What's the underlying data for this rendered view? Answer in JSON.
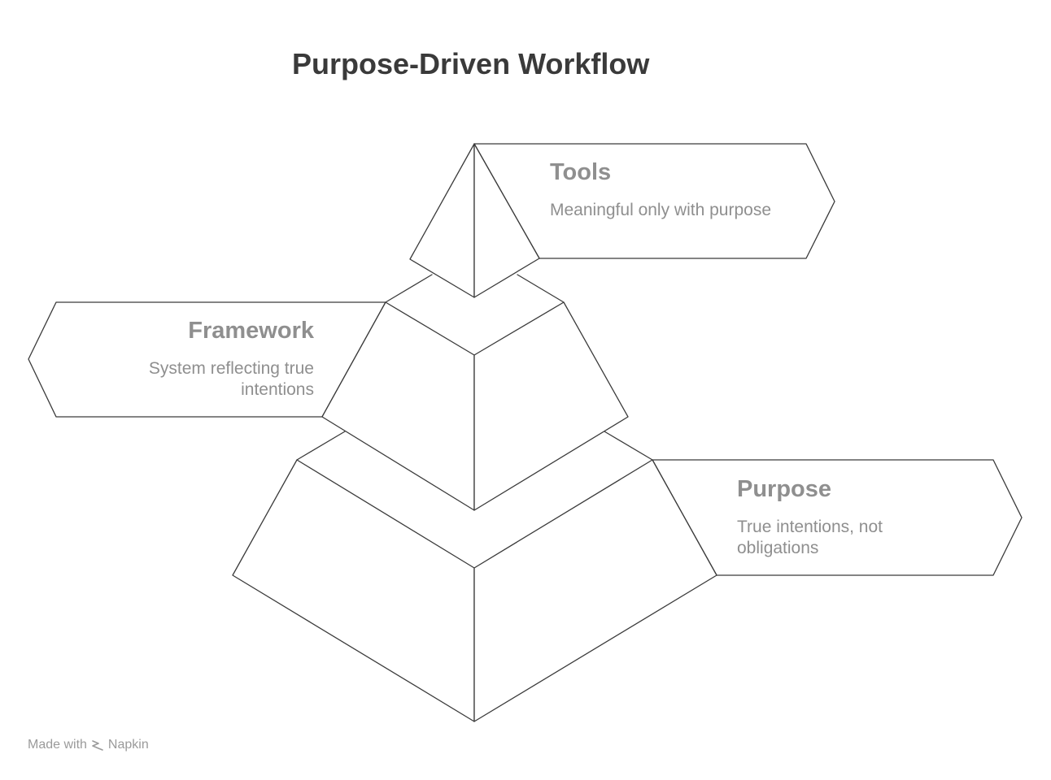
{
  "title": "Purpose-Driven Workflow",
  "layers": [
    {
      "id": "tools",
      "title": "Tools",
      "description": "Meaningful only with purpose"
    },
    {
      "id": "framework",
      "title": "Framework",
      "description_lines": [
        "System reflecting true",
        "intentions"
      ]
    },
    {
      "id": "purpose",
      "title": "Purpose",
      "description_lines": [
        "True intentions, not",
        "obligations"
      ]
    }
  ],
  "watermark": {
    "prefix": "Made with",
    "brand": "Napkin",
    "icon": "napkin-logo-icon"
  },
  "colors": {
    "stroke": "#3a3a3a",
    "title": "#3a3a3a",
    "label": "#8f8f8f",
    "watermark": "#9a9a9a",
    "background": "#ffffff"
  }
}
